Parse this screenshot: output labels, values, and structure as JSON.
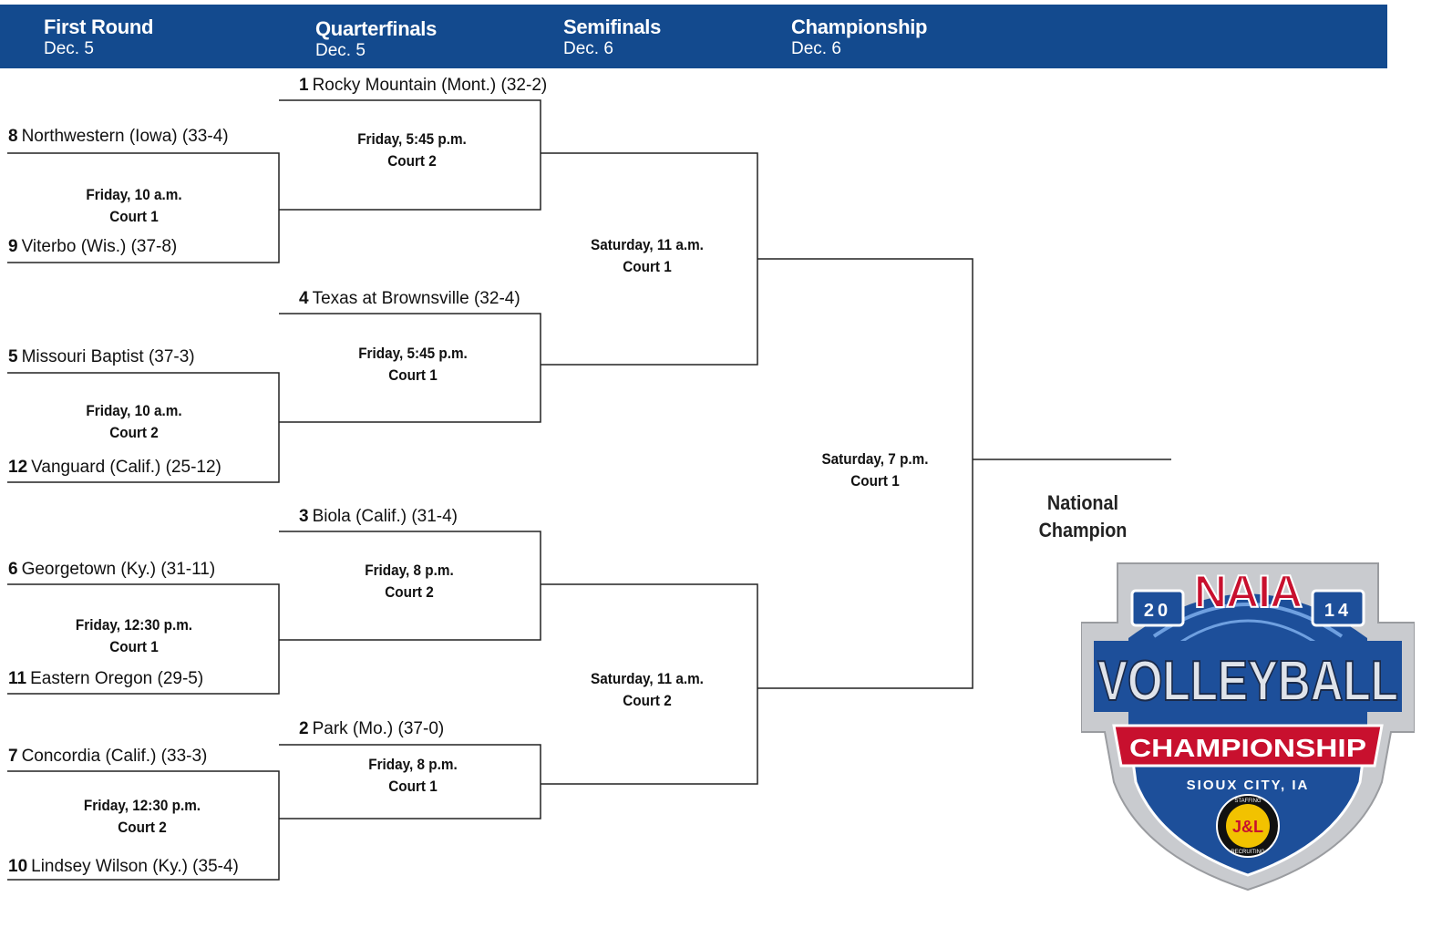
{
  "header": {
    "rounds": [
      {
        "name": "First Round",
        "date": "Dec. 5"
      },
      {
        "name": "Quarterfinals",
        "date": "Dec. 5"
      },
      {
        "name": "Semifinals",
        "date": "Dec. 6"
      },
      {
        "name": "Championship",
        "date": "Dec. 6"
      }
    ]
  },
  "first_round": {
    "teams": [
      {
        "seed": "8",
        "name": "Northwestern (Iowa) (33-4)"
      },
      {
        "seed": "9",
        "name": "Viterbo (Wis.) (37-8)"
      },
      {
        "seed": "5",
        "name": "Missouri Baptist (37-3)"
      },
      {
        "seed": "12",
        "name": "Vanguard (Calif.) (25-12)"
      },
      {
        "seed": "6",
        "name": "Georgetown (Ky.) (31-11)"
      },
      {
        "seed": "11",
        "name": "Eastern Oregon (29-5)"
      },
      {
        "seed": "7",
        "name": "Concordia (Calif.) (33-3)"
      },
      {
        "seed": "10",
        "name": "Lindsey Wilson (Ky.) (35-4)"
      }
    ],
    "matches": [
      {
        "time": "Friday, 10 a.m.",
        "court": "Court 1"
      },
      {
        "time": "Friday, 10 a.m.",
        "court": "Court 2"
      },
      {
        "time": "Friday, 12:30 p.m.",
        "court": "Court 1"
      },
      {
        "time": "Friday, 12:30 p.m.",
        "court": "Court 2"
      }
    ]
  },
  "quarterfinals": {
    "teams": [
      {
        "seed": "1",
        "name": "Rocky Mountain (Mont.) (32-2)"
      },
      {
        "seed": "4",
        "name": "Texas at Brownsville (32-4)"
      },
      {
        "seed": "3",
        "name": "Biola (Calif.) (31-4)"
      },
      {
        "seed": "2",
        "name": "Park (Mo.) (37-0)"
      }
    ],
    "matches": [
      {
        "time": "Friday, 5:45 p.m.",
        "court": "Court 2"
      },
      {
        "time": "Friday, 5:45 p.m.",
        "court": "Court 1"
      },
      {
        "time": "Friday, 8 p.m.",
        "court": "Court 2"
      },
      {
        "time": "Friday, 8 p.m.",
        "court": "Court 1"
      }
    ]
  },
  "semifinals": {
    "matches": [
      {
        "time": "Saturday, 11 a.m.",
        "court": "Court 1"
      },
      {
        "time": "Saturday, 11 a.m.",
        "court": "Court 2"
      }
    ]
  },
  "championship": {
    "match": {
      "time": "Saturday, 7 p.m.",
      "court": "Court 1"
    },
    "champion_label_1": "National",
    "champion_label_2": "Champion"
  },
  "logo": {
    "top_text": "NAIA",
    "year_left": "20",
    "year_right": "14",
    "main_text": "VOLLEYBALL",
    "banner_text": "CHAMPIONSHIP",
    "location": "SIOUX CITY, IA",
    "sponsor_top": "STAFFING",
    "sponsor_letters": "J&L",
    "sponsor_bottom": "RECRUITING"
  },
  "colors": {
    "header_blue": "#134a8e",
    "logo_red": "#c8102e",
    "logo_blue": "#1d4f9a",
    "sponsor_yellow": "#f2c200"
  }
}
